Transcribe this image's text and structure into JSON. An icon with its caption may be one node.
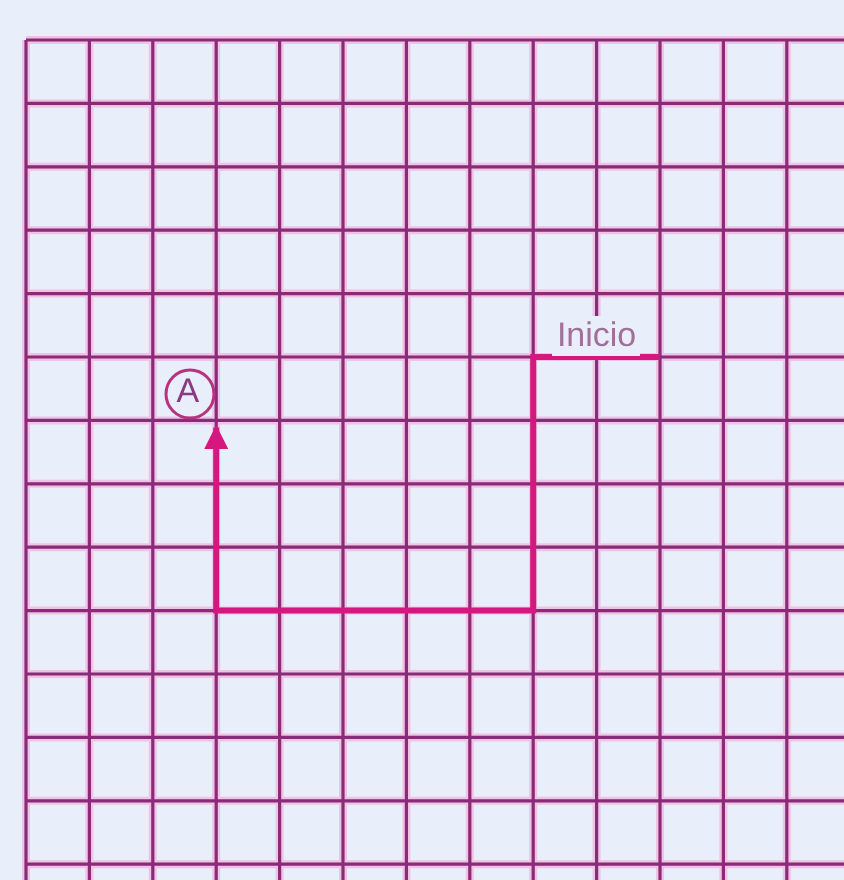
{
  "diagram": {
    "nodes": [
      {
        "text": [
          "Inicio"
        ]
      },
      {
        "text": [
          "A"
        ]
      }
    ],
    "edges": [
      {
        "from": 0,
        "to": 1,
        "arrow": "to"
      }
    ]
  }
}
